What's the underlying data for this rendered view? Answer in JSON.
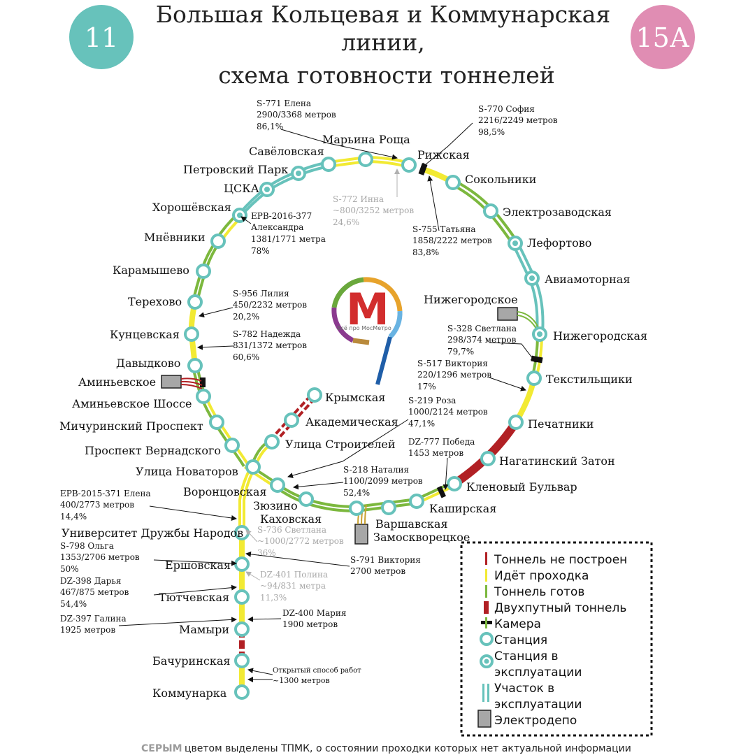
{
  "title": {
    "line1": "Большая Кольцевая и Коммунарская",
    "line2": "линии,",
    "line3": "схема готовности тоннелей"
  },
  "badges": {
    "left": "11",
    "right": "15А"
  },
  "colors": {
    "teal": "#67c2bb",
    "pink": "#e08db3",
    "yellow": "#f2ea33",
    "green": "#7cb83e",
    "red": "#b12024",
    "depot": "#a7a7a7"
  },
  "logo": {
    "letter": "М",
    "caption": "Всё про МосМетро"
  },
  "stations": {
    "marina": "Марьина Роща",
    "rizhskaya": "Рижская",
    "savelovskaya": "Савёловская",
    "petrovsky": "Петровский Парк",
    "cska": "ЦСКА",
    "khoroshevskaya": "Хорошёвская",
    "mnevniki": "Мнёвники",
    "karamyshevo": "Карамышево",
    "terekhovo": "Терехово",
    "kuntsevskaya": "Кунцевская",
    "davydkovo": "Давыдково",
    "aminyevskoe_depot": "Аминьевское",
    "aminyevskoe_shosse": "Аминьевское Шоссе",
    "michurinsky": "Мичуринский Проспект",
    "vernadskogo": "Проспект Вернадского",
    "novatorov": "Улица Новаторов",
    "vorontsovskaya": "Воронцовская",
    "zyuzino": "Зюзино",
    "kakhovskaya": "Каховская",
    "varshavskaya": "Варшавская",
    "zamoskvoretskoe": "Замоскворецкое",
    "kashirskaya": "Каширская",
    "klenovy": "Кленовый Бульвар",
    "nagatinsky": "Нагатинский Затон",
    "pechatniki": "Печатники",
    "tekstilshchiki": "Текстильщики",
    "nizhegorodskaya": "Нижегородская",
    "nizhegorodskoe_depot": "Нижегородское",
    "aviamotornaya": "Авиамоторная",
    "lefortovo": "Лефортово",
    "elektrozavodskaya": "Электрозаводская",
    "sokolniki": "Сокольники",
    "krymskaya": "Крымская",
    "akademicheskaya": "Академическая",
    "stroiteley": "Улица Строителей",
    "udn": "Университет Дружбы Народов",
    "ershovskaya": "Ершовская",
    "tyutchevskaya": "Тютчевская",
    "mamyri": "Мамыри",
    "bachurinskaya": "Бачуринская",
    "kommunarka": "Коммунарка"
  },
  "notes": {
    "s771": [
      "S-771 Елена",
      "2900/3368 метров",
      "86,1%"
    ],
    "s770": [
      "S-770 София",
      "2216/2249 метров",
      "98,5%"
    ],
    "s772": [
      "S-772 Инна",
      "~800/3252 метров",
      "24,6%"
    ],
    "s755": [
      "S-755 Татьяна",
      "1858/2222 метров",
      "83,8%"
    ],
    "epb377": [
      "ЕРВ-2016-377",
      "Александра",
      "1381/1771 метра",
      "78%"
    ],
    "s956": [
      "S-956 Лилия",
      "450/2232 метров",
      "20,2%"
    ],
    "s782": [
      "S-782 Надежда",
      "831/1372 метров",
      "60,6%"
    ],
    "s328": [
      "S-328 Светлана",
      "298/374 метров",
      "79,7%"
    ],
    "s517": [
      "S-517 Виктория",
      "220/1296 метров",
      "17%"
    ],
    "s219": [
      "S-219 Роза",
      "1000/2124 метров",
      "47,1%"
    ],
    "dz777": [
      "DZ-777 Победа",
      "1453 метров"
    ],
    "s218": [
      "S-218 Наталия",
      "1100/2099 метров",
      "52,4%"
    ],
    "epb371": [
      "ЕРВ-2015-371 Елена",
      "400/2773 метров",
      "14,4%"
    ],
    "s736": [
      "S-736 Светлана",
      "~1000/2772 метров",
      "36%"
    ],
    "s798": [
      "S-798 Ольга",
      "1353/2706 метров",
      "50%"
    ],
    "s791": [
      "S-791 Виктория",
      "2700 метров"
    ],
    "dz401": [
      "DZ-401 Полина",
      "~94/831 метра",
      "11,3%"
    ],
    "dz398": [
      "DZ-398 Дарья",
      "467/875 метров",
      "54,4%"
    ],
    "dz400": [
      "DZ-400 Мария",
      "1900 метров"
    ],
    "dz397": [
      "DZ-397 Галина",
      "1925 метров"
    ],
    "open": [
      "Открытый способ работ",
      "~1300 метров"
    ]
  },
  "legend": {
    "not_built": "Тоннель не построен",
    "digging": "Идёт проходка",
    "ready": "Тоннель готов",
    "double": "Двухпутный тоннель",
    "chamber": "Камера",
    "station": "Станция",
    "station_op1": "Станция в",
    "station_op2": "эксплуатации",
    "section_op1": "Участок в",
    "section_op2": "эксплуатации",
    "depot": "Электродепо"
  },
  "footer": {
    "grey_word": "СЕРЫМ",
    "rest": "цветом выделены ТПМК, о состоянии проходки которых нет актуальной информации"
  }
}
